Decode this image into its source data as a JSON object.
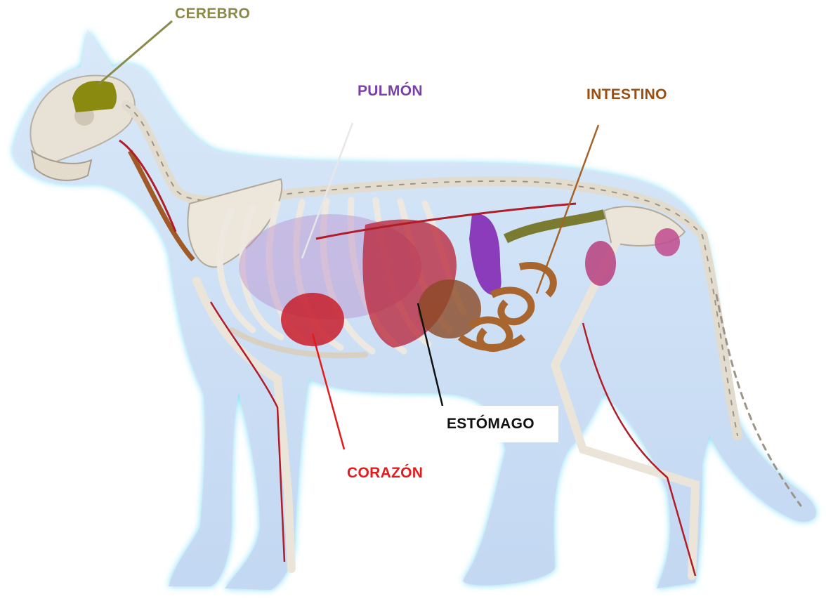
{
  "labels": {
    "cerebro": "CEREBRO",
    "pulmon": "PULMÓN",
    "intestino": "INTESTINO",
    "estomago": "ESTÓMAGO",
    "corazon": "CORAZÓN"
  },
  "colors": {
    "cerebro": "#8b8a4a",
    "pulmon": "#7b3fa8",
    "intestino": "#9a4e10",
    "estomago": "#111111",
    "corazon": "#e31b1b",
    "body_glow": "#7fdcf5",
    "body_fill": "#cfe0f6",
    "bone": "#ece6dc",
    "brain": "#8a8a10",
    "heart": "#c81f2b",
    "lung": "#b98fcf",
    "intestine_organ": "#a8652e",
    "vessel": "#b01c28"
  },
  "icons": [
    "cat-silhouette",
    "skeleton",
    "brain-organ",
    "heart-organ",
    "lung-organ",
    "stomach-organ",
    "intestine-organ"
  ]
}
